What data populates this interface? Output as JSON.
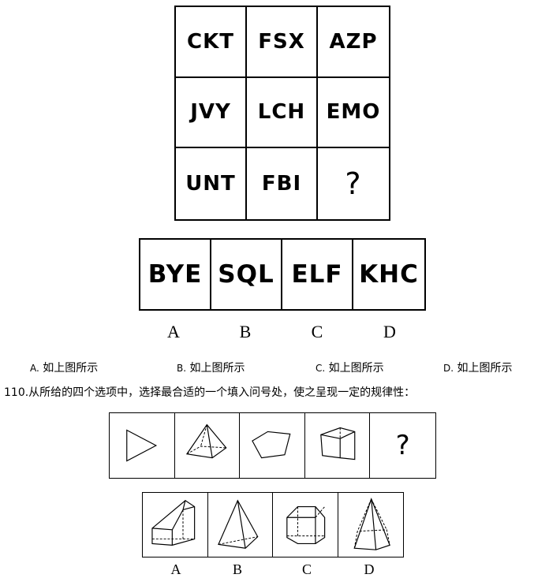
{
  "q109": {
    "grid": [
      "CKT",
      "FSX",
      "AZP",
      "JVY",
      "LCH",
      "EMO",
      "UNT",
      "FBI",
      "?"
    ],
    "options": [
      "BYE",
      "SQL",
      "ELF",
      "KHC"
    ],
    "option_labels": [
      "A",
      "B",
      "C",
      "D"
    ]
  },
  "answers": [
    {
      "key": "A.",
      "text": "如上图所示"
    },
    {
      "key": "B.",
      "text": "如上图所示"
    },
    {
      "key": "C.",
      "text": "如上图所示"
    },
    {
      "key": "D.",
      "text": "如上图所示"
    }
  ],
  "q110": {
    "question": "110.从所给的四个选项中，选择最合适的一个填入问号处，使之呈现一定的规律性：",
    "question_mark": "?",
    "sequence_icons": [
      "triangle-icon",
      "square-pyramid-icon",
      "pentagon-icon",
      "triangular-prism-icon"
    ],
    "option_icons": [
      "truncated-prism-icon",
      "tetrahedron-icon",
      "pentagonal-prism-icon",
      "pentagonal-pyramid-icon"
    ],
    "option_labels": [
      "A",
      "B",
      "C",
      "D"
    ]
  }
}
